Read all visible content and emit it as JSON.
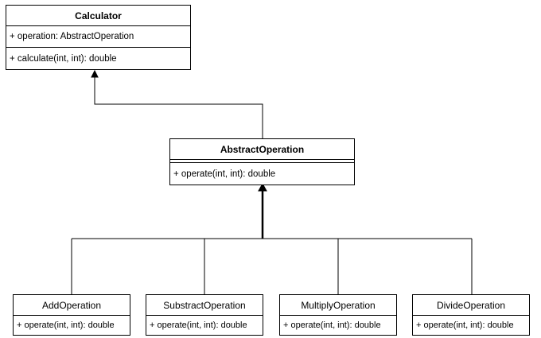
{
  "classes": {
    "calculator": {
      "name": "Calculator",
      "attribute": "+ operation: AbstractOperation",
      "method": "+ calculate(int, int): double"
    },
    "abstract_operation": {
      "name": "AbstractOperation",
      "method": "+ operate(int, int): double"
    },
    "add_operation": {
      "name": "AddOperation",
      "method": "+ operate(int, int): double"
    },
    "substract_operation": {
      "name": "SubstractOperation",
      "method": "+ operate(int, int): double"
    },
    "multiply_operation": {
      "name": "MultiplyOperation",
      "method": "+ operate(int, int): double"
    },
    "divide_operation": {
      "name": "DivideOperation",
      "method": "+ operate(int, int): double"
    }
  },
  "relations": [
    {
      "from": "abstract_operation",
      "to": "calculator",
      "kind": "association"
    },
    {
      "from": "add_operation",
      "to": "abstract_operation",
      "kind": "inheritance"
    },
    {
      "from": "substract_operation",
      "to": "abstract_operation",
      "kind": "inheritance"
    },
    {
      "from": "multiply_operation",
      "to": "abstract_operation",
      "kind": "inheritance"
    },
    {
      "from": "divide_operation",
      "to": "abstract_operation",
      "kind": "inheritance"
    }
  ]
}
